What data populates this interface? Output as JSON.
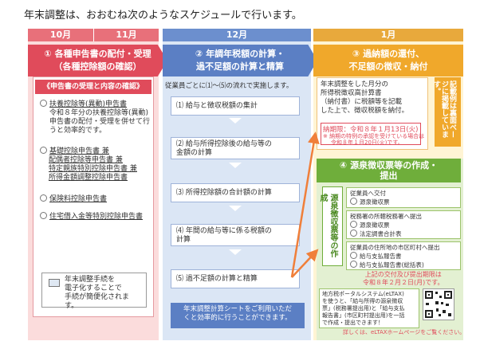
{
  "intro": "年末調整は、おおむね次のようなスケジュールで行います。",
  "months": [
    "10月",
    "11月",
    "12月",
    "1月"
  ],
  "stage1": {
    "title_l1": "① 各種申告書の配付・受理",
    "title_l2": "（各種控除額の確認）",
    "panel_head": "《申告書の受理と内容の確認》",
    "item1_label": "扶養控除等(異動)申告書",
    "item1_note": [
      "令和８年分の扶養控除等(異動)",
      "申告書の配付・受理を併せて行",
      "うと効率的です。"
    ],
    "item2_lines": [
      "基礎控除申告書 兼",
      "配偶者控除等申告書 兼",
      "特定親族特別控除申告書 兼",
      "所得金額調整控除申告書"
    ],
    "item3_label": "保険料控除申告書",
    "item4_label": "住宅借入金等特別控除申告書",
    "efile_lines": [
      "年末調整手続を",
      "電子化することで",
      "手続が簡便化されます。"
    ]
  },
  "stage2": {
    "title_l1": "② 年調年税額の計算・",
    "title_l2": "過不足額の計算と精算",
    "intro": "従業員ごとに⑴～⑸の流れで実施します。",
    "steps": [
      [
        "⑴ 給与と徴収税額の集計"
      ],
      [
        "⑵ 給与所得控除後の給与等の",
        "金額の計算"
      ],
      [
        "⑶ 所得控除額の合計額の計算"
      ],
      [
        "⑷ 年間の給与等に係る税額の",
        "計算"
      ],
      [
        "⑸ 過不足額の計算と精算"
      ]
    ],
    "footer_lines": [
      "年末調整計算シートをご利用いただ",
      "くと効率的に行うことができます。"
    ]
  },
  "stage3": {
    "title_l1": "③ 過納額の還付、",
    "title_l2": "不足額の徴収・納付",
    "text_lines": [
      "年末調整をした月分の",
      "所得税徴収高計算書",
      "（納付書）に税額等を記載",
      "した上で、徴収税額を納付。"
    ],
    "deadline": "納期限：令和８年１月13日(火)",
    "deadline_note": [
      "※ 納期の特例の承認を受けている場合は",
      "令和８年１月20日(火)です。"
    ],
    "side_note": "記載例は裏面ページに掲載しています。"
  },
  "stage4": {
    "title_l1": "④ 源泉徴収票等の作成・",
    "title_l2": "提出",
    "vertical_label": "源泉徴収票等の作成",
    "box1": {
      "head": "従業員へ交付",
      "items": [
        "源泉徴収票"
      ]
    },
    "box2": {
      "head": "税務署の所轄税務署へ提出",
      "items": [
        "源泉徴収票",
        "法定調書合計表"
      ]
    },
    "box3": {
      "head": "従業員の住所地の市区町村へ提出",
      "items": [
        "給与支払報告書",
        "給与支払報告書(総括表)"
      ]
    },
    "deadline_lines": [
      "上記の交付及び提出期限は",
      "令和８年２月２日(月)です。"
    ],
    "etax_lines": [
      "地方税ポータルシステム(eLTAX)",
      "を使うと、「給与所得の源泉徴収",
      "票」(税務署提出用)と「給与支払",
      "報告書」(市区町村提出用)を一括",
      "で作成・提出できます！"
    ],
    "detail": "詳しくは、eLTAXホームページをご覧ください。"
  },
  "colors": {
    "pink": "#e04b5b",
    "blue": "#5b7fc4",
    "orange": "#f0a82b",
    "green": "#6fae3b"
  }
}
